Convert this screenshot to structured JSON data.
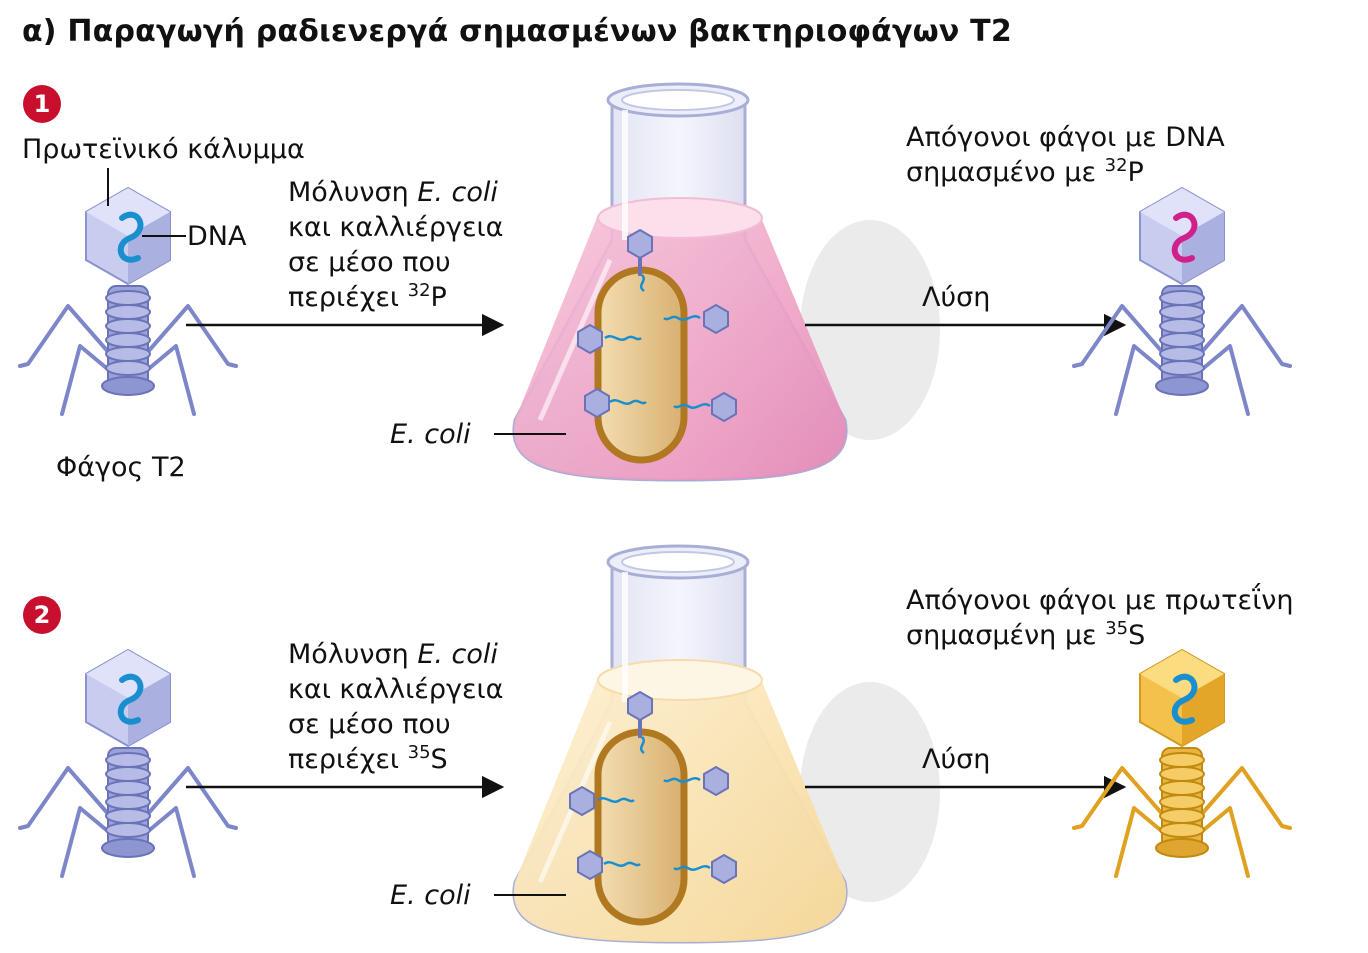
{
  "title": "α) Παραγωγή ραδιενεργά σημασμένων βακτηριοφάγων Τ2",
  "colors": {
    "phage": "#9aa2d8",
    "phage_dark": "#5a64aa",
    "dna_blue": "#1a8fd0",
    "dna_magenta": "#d0208a",
    "phage_gold": "#e8b030",
    "medium_pink": "#f0a8c8",
    "medium_yellow": "#fbe4b0",
    "bacterium": "#e8c890",
    "bacterium_edge": "#b07820",
    "badge": "#c8102e"
  },
  "labels": {
    "coat": "Πρωτεϊνικό κάλυμμα",
    "dna": "DNA",
    "phage_t2": "Φάγος Τ2",
    "ecoli": "E. coli",
    "lysis": "Λύση"
  },
  "steps": [
    {
      "number": "1",
      "infect_line1_a": "Μόλυνση ",
      "infect_line1_b": "E. coli",
      "infect_line2": "και καλλιέργεια",
      "infect_line3": "σε μέσο που",
      "infect_line4_a": "περιέχει ",
      "isotope_mass": "32",
      "isotope_symbol": "P",
      "progeny_line1": "Απόγονοι φάγοι με DNA",
      "progeny_line2_a": "σημασμένο με ",
      "progeny_mass": "32",
      "progeny_symbol": "P"
    },
    {
      "number": "2",
      "infect_line1_a": "Μόλυνση ",
      "infect_line1_b": "E. coli",
      "infect_line2": "και καλλιέργεια",
      "infect_line3": "σε μέσο που",
      "infect_line4_a": "περιέχει ",
      "isotope_mass": "35",
      "isotope_symbol": "S",
      "progeny_line1": "Απόγονοι φάγοι με πρωτεΐνη",
      "progeny_line2_a": "σημασμένη με ",
      "progeny_mass": "35",
      "progeny_symbol": "S"
    }
  ]
}
